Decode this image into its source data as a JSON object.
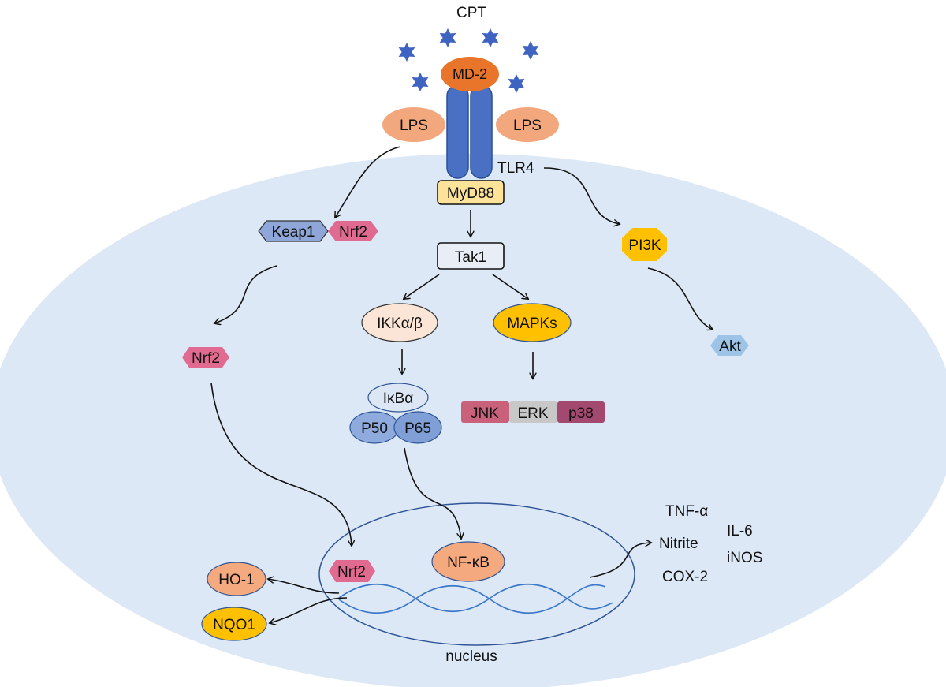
{
  "colors": {
    "cell": "#dce8f5",
    "cell_edge": "#e6eef8",
    "receptor": "#4a70c4",
    "receptor_edge": "#2a4f9a",
    "star": "#3f63c0",
    "md2": "#e9752a",
    "lps": "#f2a77d",
    "myd88": "#fde39a",
    "tak1": "#e9eef6",
    "keap1": "#8ea7d8",
    "nrf2": "#e06a90",
    "pi3k": "#ffc000",
    "akt": "#9dc3e6",
    "ikk": "#fbe5d6",
    "mapks": "#ffc000",
    "ikb": "#dce6f5",
    "p50": "#8faadc",
    "p65": "#7f9fd6",
    "jnk": "#c9617a",
    "erk": "#c8c8c8",
    "p38": "#a3486e",
    "nfkb": "#f4a97e",
    "ho1": "#f4a97e",
    "nqo1": "#ffc000",
    "nucleus_edge": "#2f5597",
    "dna": "#3a77c9"
  },
  "labels": {
    "cpt": "CPT",
    "md2": "MD-2",
    "lps_left": "LPS",
    "lps_right": "LPS",
    "tlr4": "TLR4",
    "myd88": "MyD88",
    "keap1": "Keap1",
    "nrf2_complex": "Nrf2",
    "pi3k": "PI3K",
    "tak1": "Tak1",
    "ikk": "IKKα/β",
    "mapks": "MAPKs",
    "nrf2_free": "Nrf2",
    "akt": "Akt",
    "ikba": "IκBα",
    "p50": "P50",
    "p65": "P65",
    "jnk": "JNK",
    "erk": "ERK",
    "p38": "p38",
    "nrf2_nucleus": "Nrf2",
    "nfkb": "NF-κB",
    "ho1": "HO-1",
    "nqo1": "NQO1",
    "nucleus": "nucleus",
    "outputs": {
      "tnfa": "TNF-α",
      "il6": "IL-6",
      "nitrite": "Nitrite",
      "inos": "iNOS",
      "cox2": "COX-2"
    }
  }
}
